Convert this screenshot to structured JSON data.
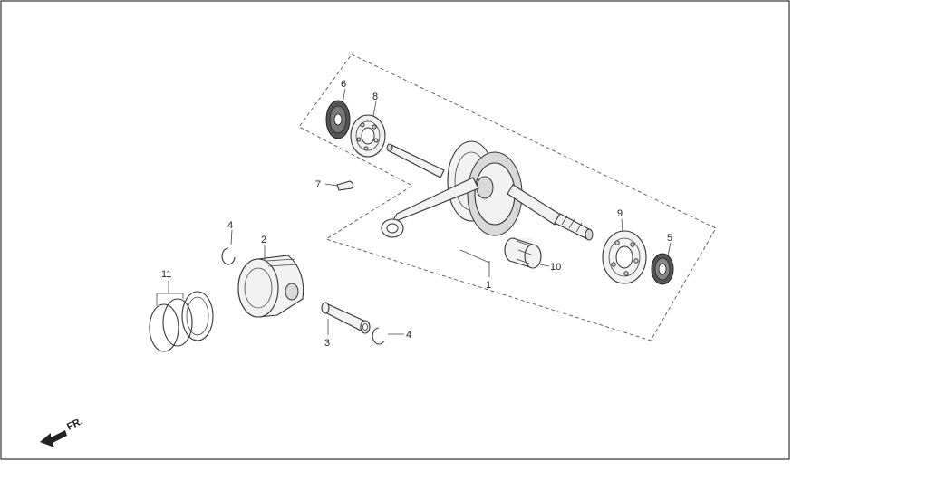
{
  "callouts": {
    "c1": "1",
    "c2": "2",
    "c3": "3",
    "c4a": "4",
    "c4b": "4",
    "c5": "5",
    "c6": "6",
    "c7": "7",
    "c8": "8",
    "c9": "9",
    "c10": "10",
    "c11": "11"
  },
  "direction_label": "FR.",
  "colors": {
    "frame": "#333333",
    "line": "#333333",
    "background": "#ffffff"
  }
}
